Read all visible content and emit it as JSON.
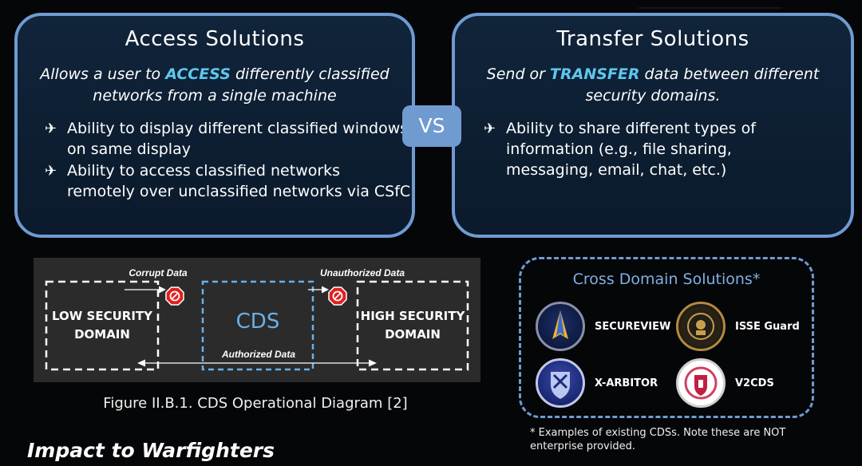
{
  "access": {
    "title": "Access Solutions",
    "subtitle_pre": "Allows a user to ",
    "subtitle_keyword": "ACCESS",
    "subtitle_post": " differently classified networks from a single machine",
    "bullets": [
      "Ability to display different classified windows on same display",
      "Ability to access classified networks remotely over unclassified networks via CSfC"
    ]
  },
  "vs_label": "VS",
  "transfer": {
    "title": "Transfer Solutions",
    "subtitle_pre": "Send or ",
    "subtitle_keyword": "TRANSFER",
    "subtitle_post": " data between different security domains.",
    "bullets": [
      "Ability to share different types of information (e.g., file sharing, messaging, email, chat, etc.)"
    ]
  },
  "diagram": {
    "low_line1": "LOW SECURITY",
    "low_line2": "DOMAIN",
    "cds_label": "CDS",
    "high_line1": "HIGH SECURITY",
    "high_line2": "DOMAIN",
    "corrupt_label": "Corrupt Data",
    "unauthorized_label": "Unauthorized Data",
    "authorized_label": "Authorized Data",
    "caption": "Figure II.B.1. CDS Operational Diagram [2]"
  },
  "cds_examples": {
    "title": "Cross Domain Solutions*",
    "items": [
      {
        "label": "SECUREVIEW",
        "icon": "secureview-logo"
      },
      {
        "label": "ISSE Guard",
        "icon": "isse-guard-logo"
      },
      {
        "label": "X-ARBITOR",
        "icon": "x-arbitor-logo"
      },
      {
        "label": "V2CDS",
        "icon": "v2cds-logo"
      }
    ],
    "footnote_line1": "* Examples of existing CDSs. Note these are NOT",
    "footnote_line2": "enterprise provided."
  },
  "impact_heading": "Impact to Warfighters",
  "colors": {
    "accent_blue": "#6f9bd1",
    "keyword_cyan": "#5fc7ee",
    "cds_blue": "#6ab0e8",
    "stop_red": "#e02020",
    "background": "#050608"
  }
}
